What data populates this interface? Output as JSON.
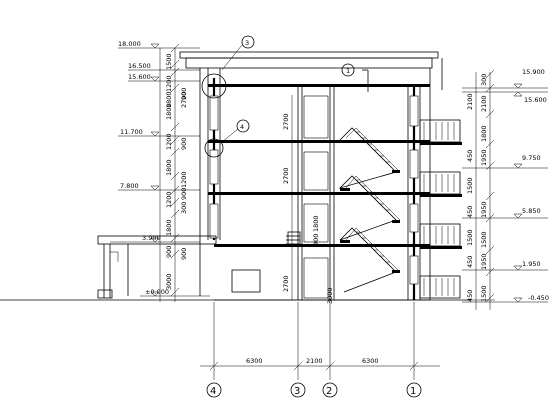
{
  "left_elevations": [
    "18.000",
    "16.500",
    "15.600",
    "11.700",
    "7.800",
    "3.900",
    "±0.000"
  ],
  "left_dims": [
    "1500",
    "1200",
    "2700",
    "900",
    "1800",
    "1200",
    "900",
    "1800",
    "1200",
    "900",
    "1800",
    "300",
    "900",
    "3000",
    "900",
    "1200",
    "1800"
  ],
  "right_elevations": [
    "15.900",
    "15.600",
    "9.750",
    "5.850",
    "1.950",
    "-0.450"
  ],
  "right_dims": [
    "300",
    "2100",
    "1800",
    "1950",
    "1500",
    "450",
    "1950",
    "1500",
    "450",
    "1950",
    "450",
    "1500",
    "1500",
    "450",
    "2100"
  ],
  "inner_dims": [
    "2700",
    "2700",
    "1800",
    "900",
    "2700",
    "3000"
  ],
  "bottom_dims": [
    "6300",
    "2100",
    "6300"
  ],
  "axes": [
    "4",
    "3",
    "2",
    "1"
  ],
  "callouts": [
    "3",
    "1",
    "4"
  ]
}
